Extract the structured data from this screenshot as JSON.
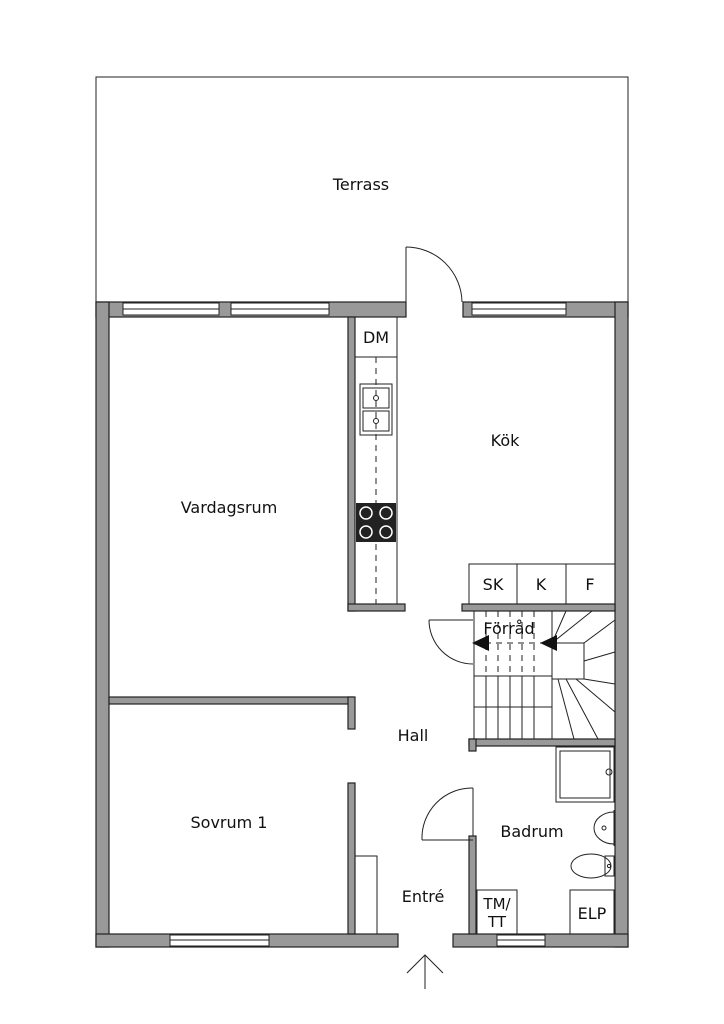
{
  "floorplan": {
    "rooms": {
      "terrace": "Terrass",
      "kitchen": "Kök",
      "living_room": "Vardagsrum",
      "bedroom": "Sovrum 1",
      "hall": "Hall",
      "storage": "Förråd",
      "bathroom": "Badrum",
      "entrance": "Entré"
    },
    "fixtures": {
      "dishwasher": "DM",
      "freezer_cabinet": "SK",
      "fridge": "K",
      "freezer": "F",
      "utility_line1": "TM/",
      "utility_line2": "TT",
      "electrical_panel": "ELP"
    }
  }
}
